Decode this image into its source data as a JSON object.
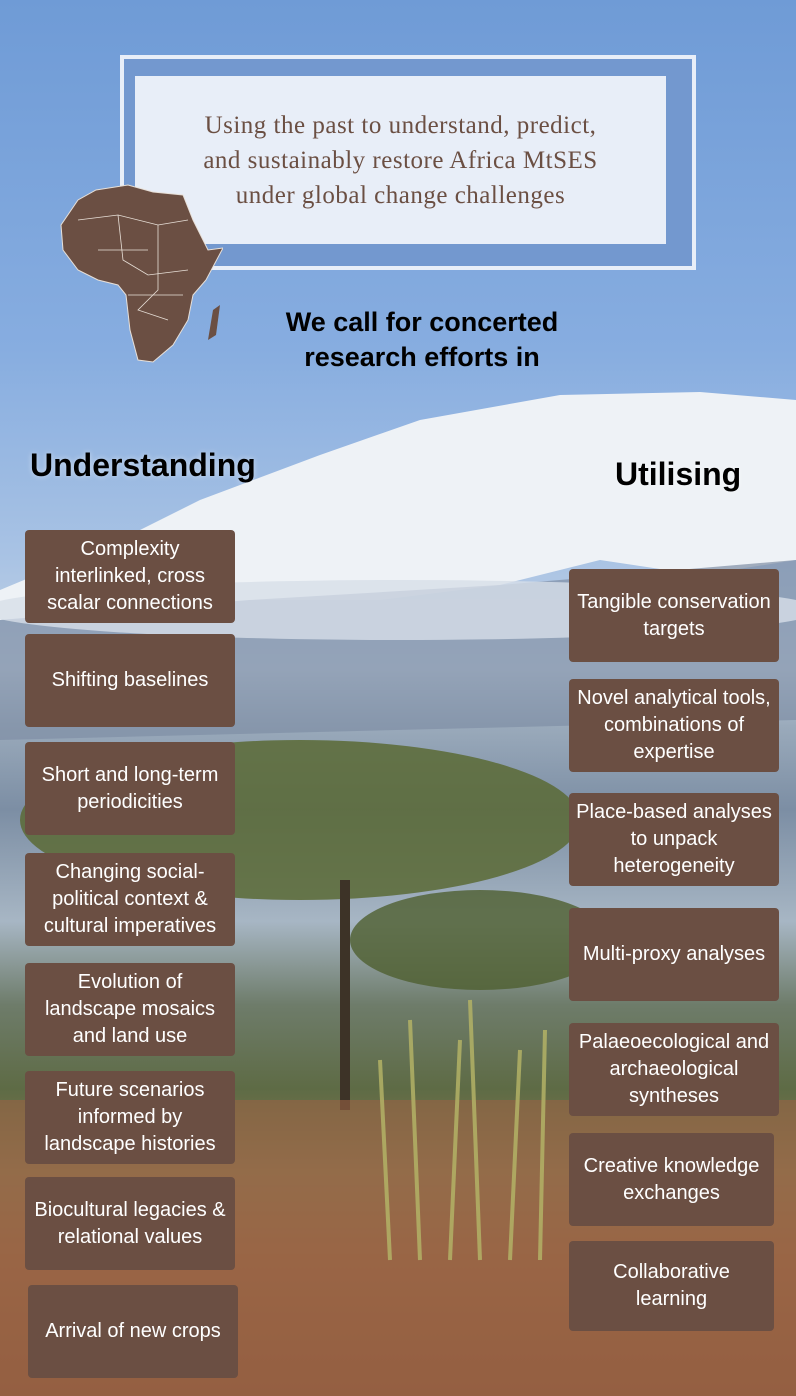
{
  "title": "Using the past  to understand, predict, and sustainably restore Africa MtSES under global change challenges",
  "call_to_action": "We call for concerted research efforts in",
  "understanding": {
    "heading": "Understanding",
    "items": [
      "Complexity interlinked, cross scalar connections",
      "Shifting baselines",
      "Short and long-term periodicities",
      "Changing social-political context & cultural imperatives",
      "Evolution of landscape mosaics and land use",
      "Future scenarios informed by landscape histories",
      "Biocultural legacies & relational values",
      "Arrival of new crops"
    ]
  },
  "utilising": {
    "heading": "Utilising",
    "items": [
      "Tangible conservation targets",
      "Novel analytical tools, combinations of expertise",
      "Place-based analyses to unpack heterogeneity",
      "Multi-proxy analyses",
      "Palaeoecological and archaeological syntheses",
      "Creative knowledge exchanges",
      "Collaborative learning"
    ]
  },
  "colors": {
    "box": "#6b4f43",
    "sky": "#6f9bd6",
    "title_bg": "#e8eef8"
  }
}
